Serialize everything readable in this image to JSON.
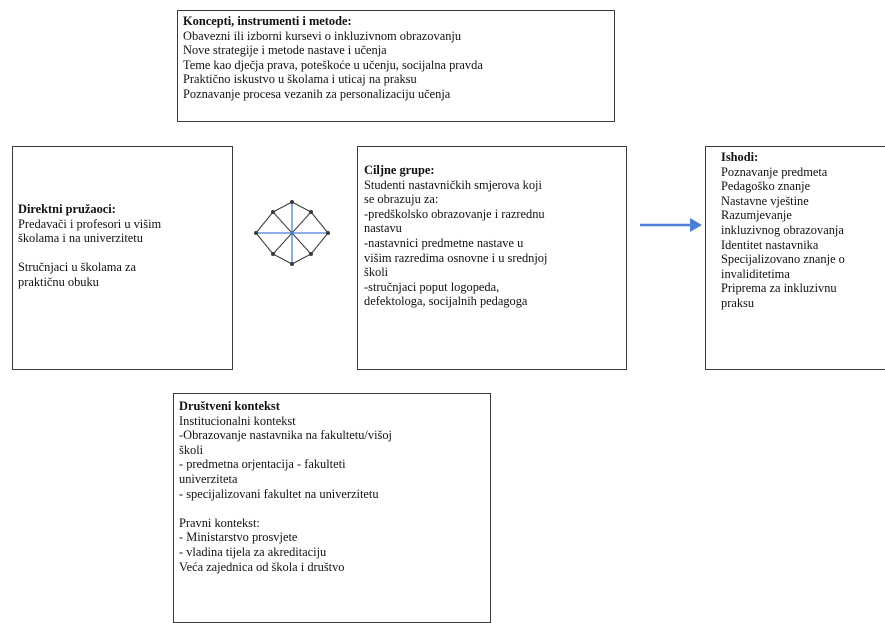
{
  "concepts": {
    "title": "Koncepti, instrumenti i metode:",
    "lines": [
      "Obavezni ili izborni kursevi o inkluzivnom obrazovanju",
      "Nove strategije i metode nastave i učenja",
      "Teme kao dječja prava, poteškoće u učenju, socijalna pravda",
      "Praktično iskustvo u školama i uticaj na praksu",
      "Poznavanje procesa vezanih za personalizaciju učenja"
    ]
  },
  "providers": {
    "title": "Direktni pružaoci:",
    "lines": [
      "Predavači i profesori u višim",
      "školama i na univerzitetu",
      "",
      "Stručnjaci u školama za",
      "praktičnu obuku"
    ]
  },
  "targets": {
    "title": "Ciljne grupe:",
    "lines": [
      "Studenti nastavničkih smjerova koji",
      "se obrazuju za:",
      "-predškolsko obrazovanje i razrednu",
      "nastavu",
      "-nastavnici predmetne nastave u",
      "višim razredima osnovne i u srednjoj",
      "školi",
      "-stručnjaci poput logopeda,",
      "defektologa, socijalnih pedagoga"
    ]
  },
  "outcomes": {
    "title": "Ishodi:",
    "lines": [
      "Poznavanje predmeta",
      "Pedagoško znanje",
      "Nastavne vještine",
      "Razumjevanje",
      "inkluzivnog obrazovanja",
      "Identitet nastavnika",
      "Specijalizovano znanje o",
      "invaliditetima",
      "Priprema za inkluzivnu",
      "praksu"
    ]
  },
  "context": {
    "title": "Društveni kontekst",
    "lines": [
      "Institucionalni kontekst",
      "-Obrazovanje nastavnika na fakultetu/višoj",
      "školi",
      "- predmetna orjentacija - fakulteti",
      "univerziteta",
      "- specijalizovani fakultet na univerzitetu",
      "",
      "Pravni kontekst:",
      "- Ministarstvo prosvjete",
      "- vladina tijela za akreditaciju",
      "Veća zajednica od škola i društvo"
    ]
  },
  "colors": {
    "arrow": "#4a7fd6",
    "network_lines": "#3a3a3a",
    "network_cross": "#4a7fd6"
  },
  "icons": {
    "network": "network-graph-icon",
    "arrow": "right-arrow-icon"
  }
}
